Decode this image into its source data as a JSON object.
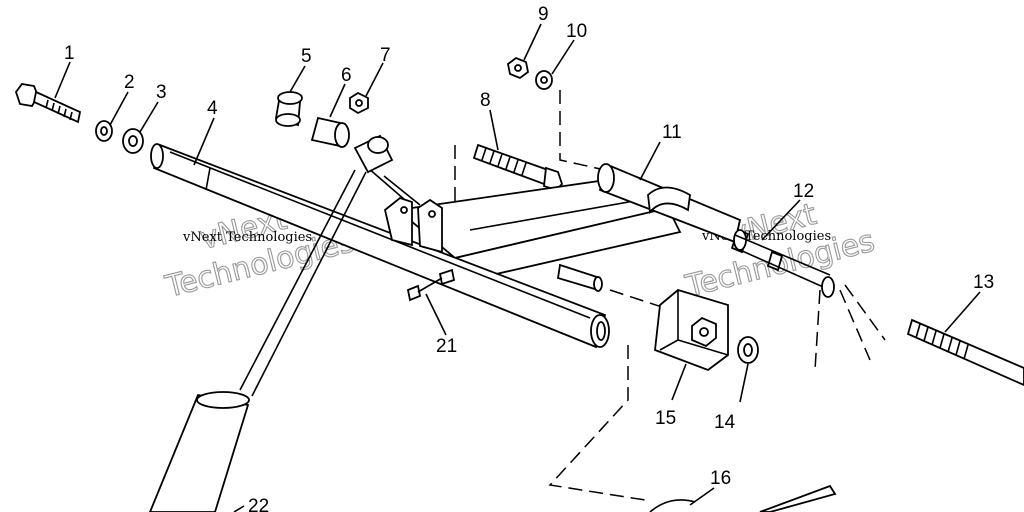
{
  "callouts": [
    {
      "id": "1",
      "label": "1"
    },
    {
      "id": "2",
      "label": "2"
    },
    {
      "id": "3",
      "label": "3"
    },
    {
      "id": "4",
      "label": "4"
    },
    {
      "id": "5",
      "label": "5"
    },
    {
      "id": "6",
      "label": "6"
    },
    {
      "id": "7",
      "label": "7"
    },
    {
      "id": "8",
      "label": "8"
    },
    {
      "id": "9",
      "label": "9"
    },
    {
      "id": "10",
      "label": "10"
    },
    {
      "id": "11",
      "label": "11"
    },
    {
      "id": "12",
      "label": "12"
    },
    {
      "id": "13",
      "label": "13"
    },
    {
      "id": "14",
      "label": "14"
    },
    {
      "id": "15",
      "label": "15"
    },
    {
      "id": "16",
      "label": "16"
    },
    {
      "id": "21",
      "label": "21"
    },
    {
      "id": "22",
      "label": "22"
    }
  ],
  "watermarks": {
    "small": "vNext Technologies",
    "big_line1": "vNext",
    "big_line2": "Technologies"
  }
}
